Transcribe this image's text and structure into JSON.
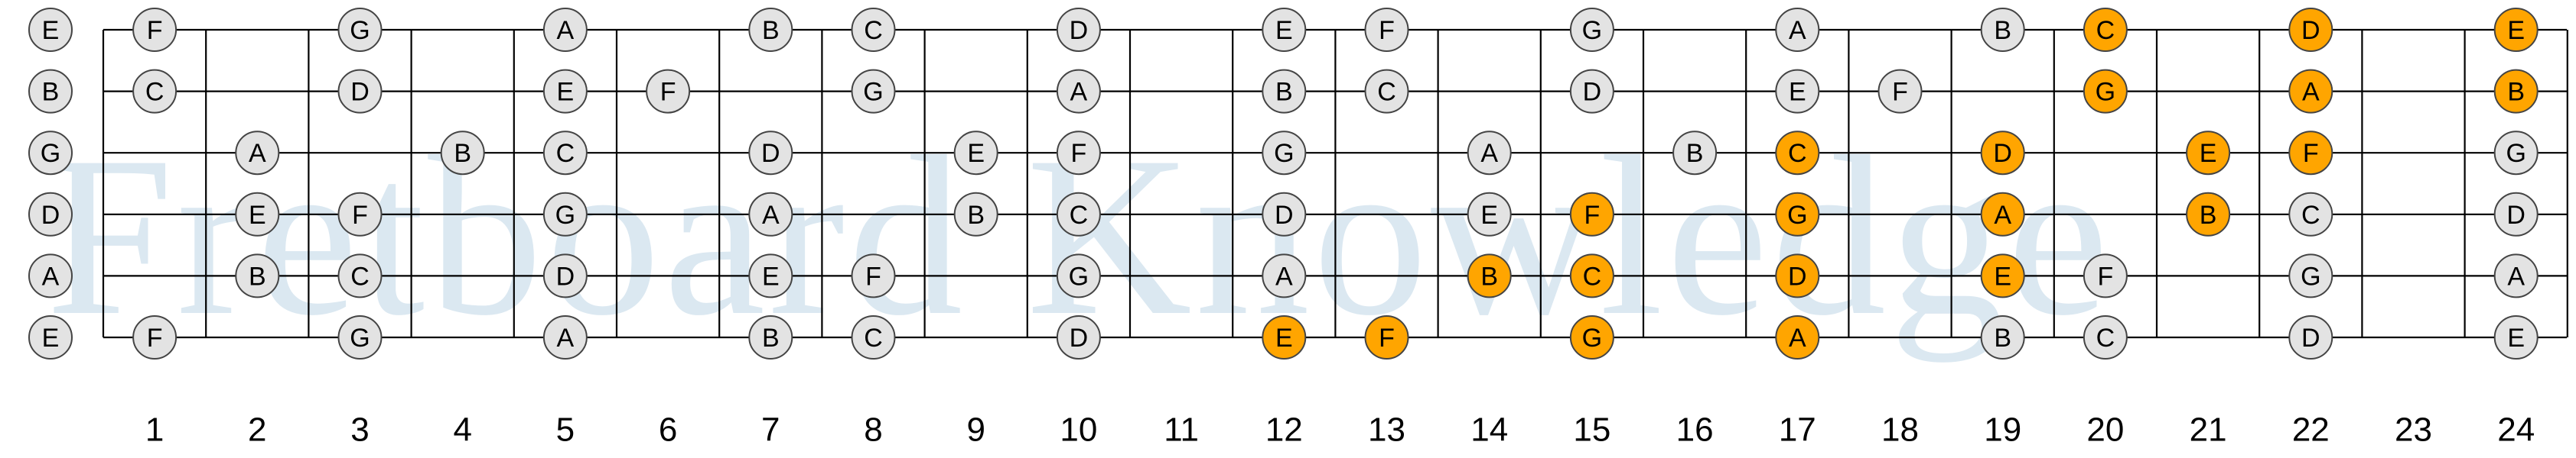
{
  "watermark_text": "Fretboard Knowledge",
  "colors": {
    "note_fill": "#e3e3e3",
    "highlight_fill": "#ffa500",
    "note_stroke": "#444444",
    "line": "#000000",
    "watermark": "#dbe8f1"
  },
  "fret_numbers": [
    "1",
    "2",
    "3",
    "4",
    "5",
    "6",
    "7",
    "8",
    "9",
    "10",
    "11",
    "12",
    "13",
    "14",
    "15",
    "16",
    "17",
    "18",
    "19",
    "20",
    "21",
    "22",
    "23",
    "24"
  ],
  "strings": [
    {
      "open": "E",
      "notes": [
        {
          "fret": 1,
          "label": "F"
        },
        {
          "fret": 3,
          "label": "G"
        },
        {
          "fret": 5,
          "label": "A"
        },
        {
          "fret": 7,
          "label": "B"
        },
        {
          "fret": 8,
          "label": "C"
        },
        {
          "fret": 10,
          "label": "D"
        },
        {
          "fret": 12,
          "label": "E"
        },
        {
          "fret": 13,
          "label": "F"
        },
        {
          "fret": 15,
          "label": "G"
        },
        {
          "fret": 17,
          "label": "A"
        },
        {
          "fret": 19,
          "label": "B"
        },
        {
          "fret": 20,
          "label": "C",
          "highlight": true
        },
        {
          "fret": 22,
          "label": "D",
          "highlight": true
        },
        {
          "fret": 24,
          "label": "E",
          "highlight": true
        }
      ]
    },
    {
      "open": "B",
      "notes": [
        {
          "fret": 1,
          "label": "C"
        },
        {
          "fret": 3,
          "label": "D"
        },
        {
          "fret": 5,
          "label": "E"
        },
        {
          "fret": 6,
          "label": "F"
        },
        {
          "fret": 8,
          "label": "G"
        },
        {
          "fret": 10,
          "label": "A"
        },
        {
          "fret": 12,
          "label": "B"
        },
        {
          "fret": 13,
          "label": "C"
        },
        {
          "fret": 15,
          "label": "D"
        },
        {
          "fret": 17,
          "label": "E"
        },
        {
          "fret": 18,
          "label": "F"
        },
        {
          "fret": 20,
          "label": "G",
          "highlight": true
        },
        {
          "fret": 22,
          "label": "A",
          "highlight": true
        },
        {
          "fret": 24,
          "label": "B",
          "highlight": true
        }
      ]
    },
    {
      "open": "G",
      "notes": [
        {
          "fret": 2,
          "label": "A"
        },
        {
          "fret": 4,
          "label": "B"
        },
        {
          "fret": 5,
          "label": "C"
        },
        {
          "fret": 7,
          "label": "D"
        },
        {
          "fret": 9,
          "label": "E"
        },
        {
          "fret": 10,
          "label": "F"
        },
        {
          "fret": 12,
          "label": "G"
        },
        {
          "fret": 14,
          "label": "A"
        },
        {
          "fret": 16,
          "label": "B"
        },
        {
          "fret": 17,
          "label": "C",
          "highlight": true
        },
        {
          "fret": 19,
          "label": "D",
          "highlight": true
        },
        {
          "fret": 21,
          "label": "E",
          "highlight": true
        },
        {
          "fret": 22,
          "label": "F",
          "highlight": true
        },
        {
          "fret": 24,
          "label": "G"
        }
      ]
    },
    {
      "open": "D",
      "notes": [
        {
          "fret": 2,
          "label": "E"
        },
        {
          "fret": 3,
          "label": "F"
        },
        {
          "fret": 5,
          "label": "G"
        },
        {
          "fret": 7,
          "label": "A"
        },
        {
          "fret": 9,
          "label": "B"
        },
        {
          "fret": 10,
          "label": "C"
        },
        {
          "fret": 12,
          "label": "D"
        },
        {
          "fret": 14,
          "label": "E"
        },
        {
          "fret": 15,
          "label": "F",
          "highlight": true
        },
        {
          "fret": 17,
          "label": "G",
          "highlight": true
        },
        {
          "fret": 19,
          "label": "A",
          "highlight": true
        },
        {
          "fret": 21,
          "label": "B",
          "highlight": true
        },
        {
          "fret": 22,
          "label": "C"
        },
        {
          "fret": 24,
          "label": "D"
        }
      ]
    },
    {
      "open": "A",
      "notes": [
        {
          "fret": 2,
          "label": "B"
        },
        {
          "fret": 3,
          "label": "C"
        },
        {
          "fret": 5,
          "label": "D"
        },
        {
          "fret": 7,
          "label": "E"
        },
        {
          "fret": 8,
          "label": "F"
        },
        {
          "fret": 10,
          "label": "G"
        },
        {
          "fret": 12,
          "label": "A"
        },
        {
          "fret": 14,
          "label": "B",
          "highlight": true
        },
        {
          "fret": 15,
          "label": "C",
          "highlight": true
        },
        {
          "fret": 17,
          "label": "D",
          "highlight": true
        },
        {
          "fret": 19,
          "label": "E",
          "highlight": true
        },
        {
          "fret": 20,
          "label": "F"
        },
        {
          "fret": 22,
          "label": "G"
        },
        {
          "fret": 24,
          "label": "A"
        }
      ]
    },
    {
      "open": "E",
      "notes": [
        {
          "fret": 1,
          "label": "F"
        },
        {
          "fret": 3,
          "label": "G"
        },
        {
          "fret": 5,
          "label": "A"
        },
        {
          "fret": 7,
          "label": "B"
        },
        {
          "fret": 8,
          "label": "C"
        },
        {
          "fret": 10,
          "label": "D"
        },
        {
          "fret": 12,
          "label": "E",
          "highlight": true
        },
        {
          "fret": 13,
          "label": "F",
          "highlight": true
        },
        {
          "fret": 15,
          "label": "G",
          "highlight": true
        },
        {
          "fret": 17,
          "label": "A",
          "highlight": true
        },
        {
          "fret": 19,
          "label": "B"
        },
        {
          "fret": 20,
          "label": "C"
        },
        {
          "fret": 22,
          "label": "D"
        },
        {
          "fret": 24,
          "label": "E"
        }
      ]
    }
  ]
}
